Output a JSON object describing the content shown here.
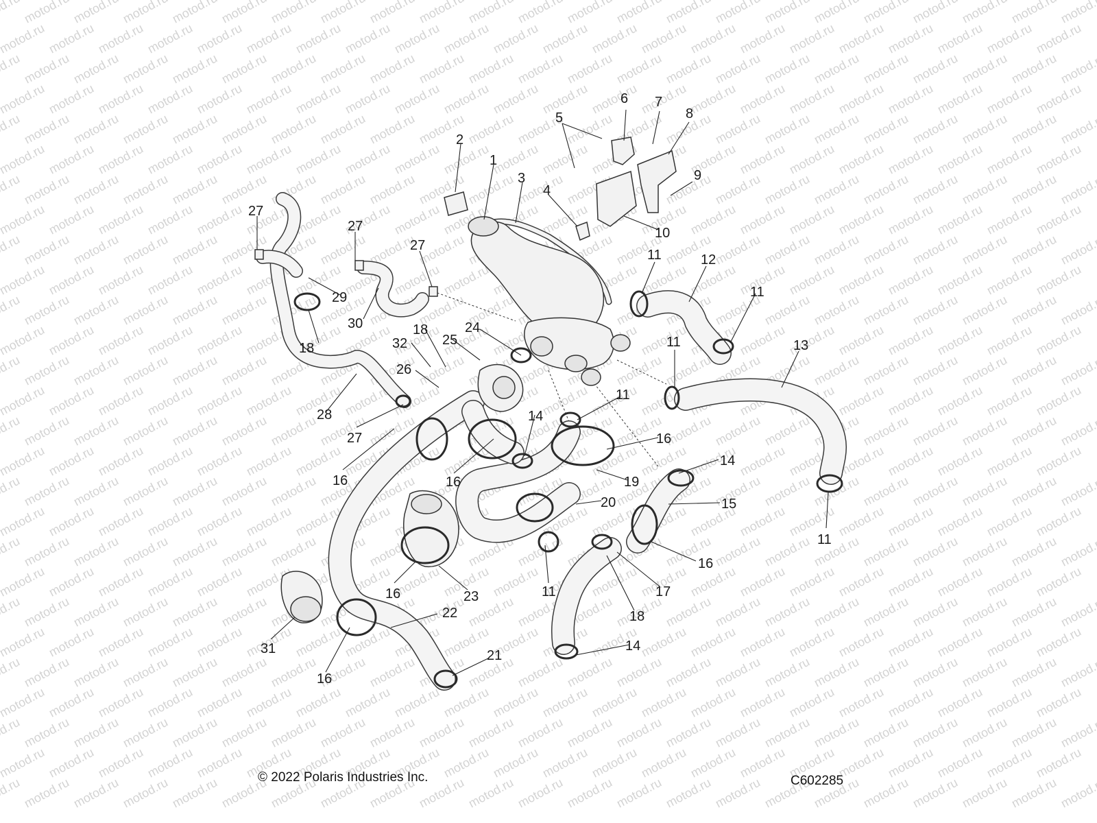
{
  "diagram": {
    "callouts": [
      "1",
      "2",
      "3",
      "4",
      "5",
      "6",
      "7",
      "8",
      "9",
      "10",
      "11",
      "12",
      "13",
      "14",
      "15",
      "16",
      "17",
      "18",
      "19",
      "20",
      "21",
      "22",
      "23",
      "24",
      "25",
      "26",
      "27",
      "28",
      "29",
      "30",
      "31",
      "32"
    ],
    "watermark": "motod.ru",
    "colors": {
      "line": "#333333",
      "fill": "#f2f2f2",
      "watermark": "#d3d3d3"
    }
  },
  "footer": {
    "copyright": "© 2022 Polaris Industries Inc.",
    "drawing_code": "C602285"
  }
}
